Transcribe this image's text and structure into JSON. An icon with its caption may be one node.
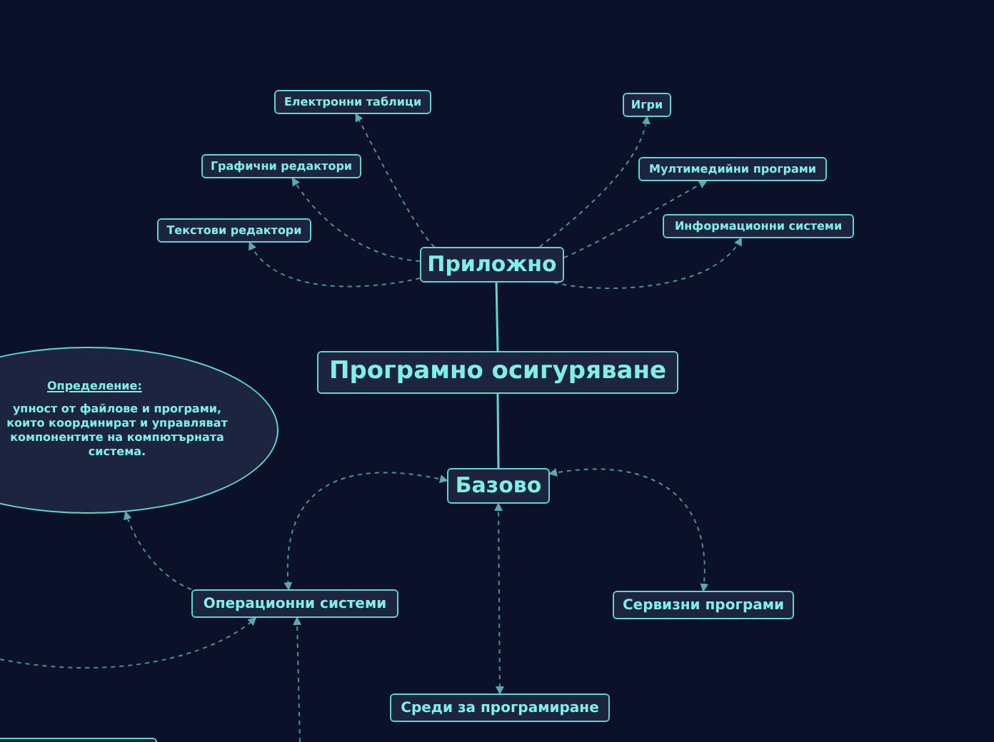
{
  "diagram": {
    "nodes": [
      {
        "text": [
          "Програмно осигуряване"
        ]
      },
      {
        "text": [
          "Приложно"
        ]
      },
      {
        "text": [
          "Електронни таблици"
        ]
      },
      {
        "text": [
          "Графични редактори"
        ]
      },
      {
        "text": [
          "Текстови редактори"
        ]
      },
      {
        "text": [
          "Игри"
        ]
      },
      {
        "text": [
          "Мултимедийни програми"
        ]
      },
      {
        "text": [
          "Информационни системи"
        ]
      },
      {
        "text": [
          "Базово"
        ]
      },
      {
        "text": [
          "Операционни системи"
        ]
      },
      {
        "text": [
          "Сервизни програми"
        ]
      },
      {
        "text": [
          "Среди за програмиране"
        ]
      },
      {
        "text": [
          "Определение:",
          "упност от файлове и програми, които координират и управляват компонентите на компютърната система."
        ]
      },
      {
        "text": [],
        "shape": "box"
      }
    ],
    "edges": [
      {
        "from": 0,
        "to": 1,
        "arrow": "none"
      },
      {
        "from": 0,
        "to": 8,
        "arrow": "none"
      },
      {
        "from": 1,
        "to": 2,
        "arrow": "to",
        "style": "dashed"
      },
      {
        "from": 1,
        "to": 3,
        "arrow": "to",
        "style": "dashed"
      },
      {
        "from": 1,
        "to": 4,
        "arrow": "to",
        "style": "dashed"
      },
      {
        "from": 1,
        "to": 5,
        "arrow": "to",
        "style": "dashed"
      },
      {
        "from": 1,
        "to": 6,
        "arrow": "to",
        "style": "dashed"
      },
      {
        "from": 1,
        "to": 7,
        "arrow": "to",
        "style": "dashed"
      },
      {
        "from": 8,
        "to": 9,
        "arrow": "both",
        "style": "dashed"
      },
      {
        "from": 8,
        "to": 10,
        "arrow": "both",
        "style": "dashed"
      },
      {
        "from": 8,
        "to": 11,
        "arrow": "both",
        "style": "dashed"
      },
      {
        "from": 9,
        "to": 12,
        "arrow": "to",
        "style": "dashed"
      },
      {
        "from": null,
        "to": 9,
        "arrow": "to",
        "style": "dashed"
      },
      {
        "from": null,
        "to": 9,
        "arrow": "to",
        "style": "dashed"
      }
    ]
  }
}
